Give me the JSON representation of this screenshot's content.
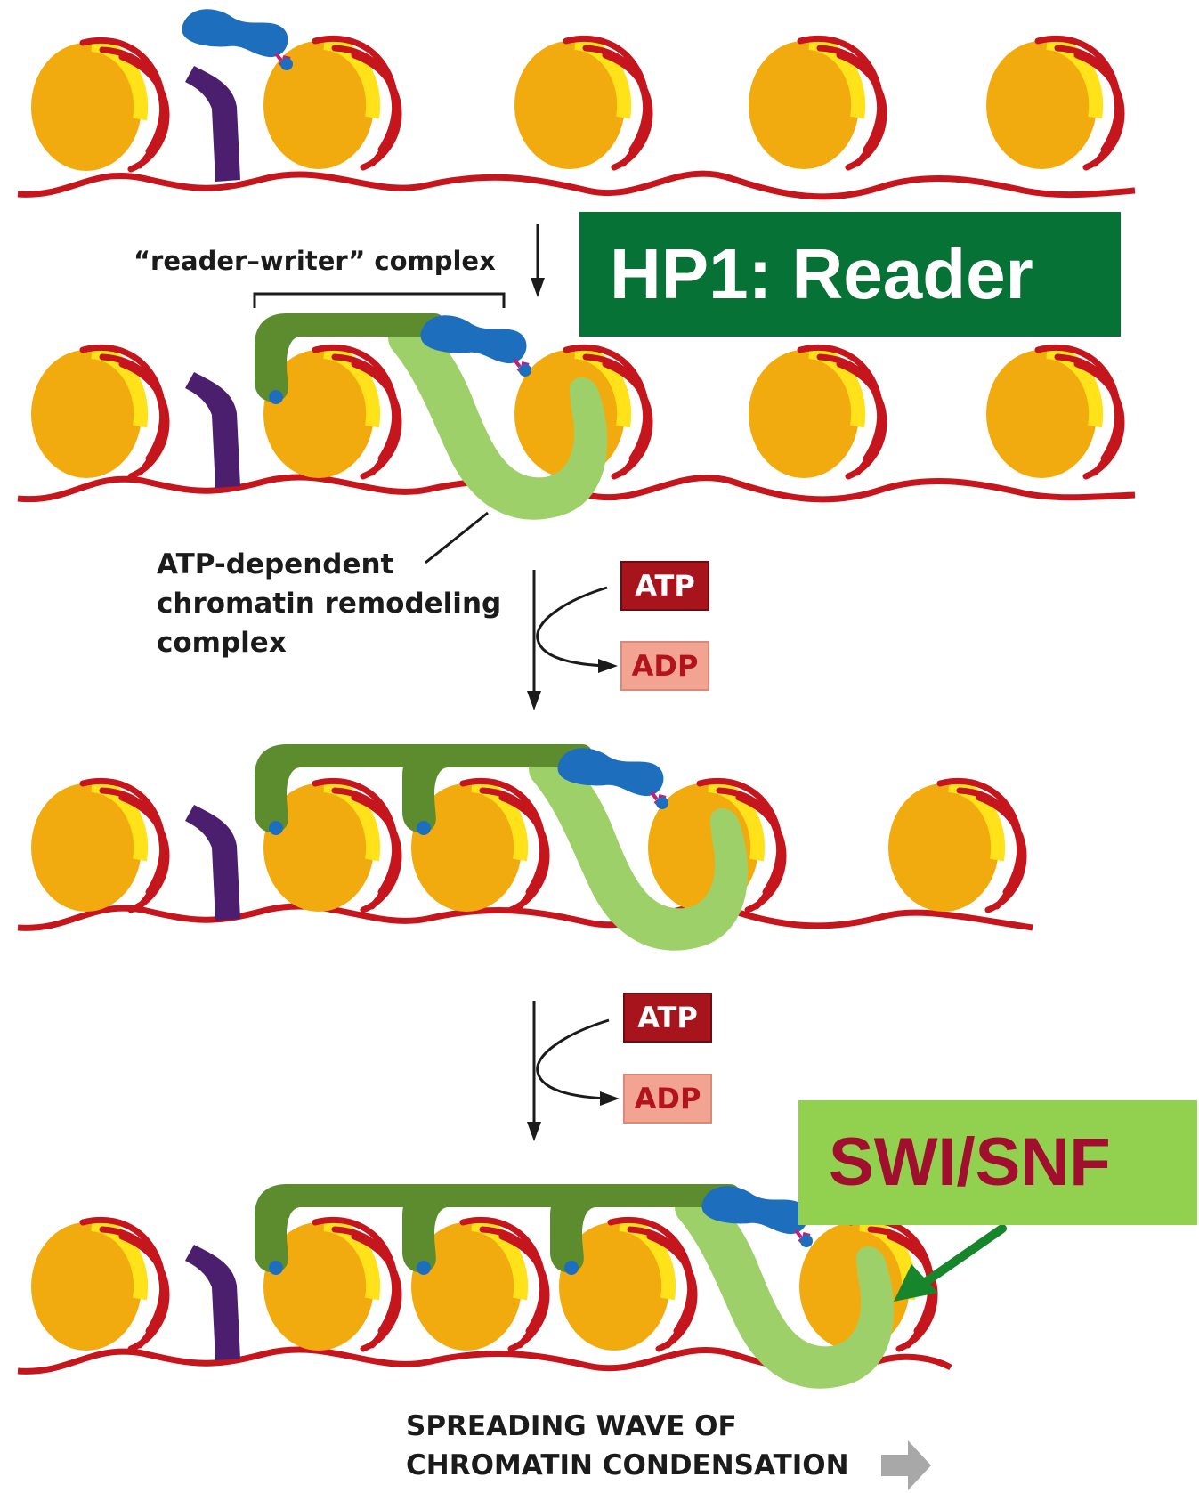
{
  "labels": {
    "reader_writer": "“reader–writer” complex",
    "remodeling_line1": "ATP-dependent",
    "remodeling_line2": "chromatin remodeling",
    "remodeling_line3": "complex",
    "atp": "ATP",
    "adp": "ADP",
    "spreading_line1": "SPREADING WAVE OF",
    "spreading_line2": "CHROMATIN CONDENSATION"
  },
  "callouts": {
    "hp1": "HP1: Reader",
    "swi_snf": "SWI/SNF"
  },
  "colors": {
    "nucleosome": "#f2ab0f",
    "nucleosome_highlight": "#ffe21a",
    "dna": "#c4161c",
    "boundary_protein": "#4b1f6e",
    "hp1": "#1d6fbe",
    "writer": "#5c8c2e",
    "remodeler": "#9ed06a",
    "hp1_box": "#077235",
    "swi_box": "#92d050",
    "swi_text": "#a0102e"
  }
}
